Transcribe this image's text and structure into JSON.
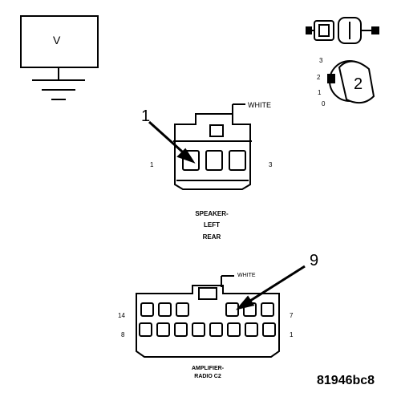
{
  "symbol": {
    "voltmeter_label": "V"
  },
  "key_view": {
    "positions": [
      "3",
      "2",
      "1",
      "0"
    ],
    "callout": "2"
  },
  "connector_1": {
    "callout": "1",
    "color_label": "WHITE",
    "left_pin": "1",
    "right_pin": "3",
    "caption_lines": [
      "SPEAKER-",
      "LEFT",
      "REAR"
    ]
  },
  "connector_2": {
    "callout": "9",
    "color_label": "WHITE",
    "top_left_pin": "14",
    "top_right_pin": "7",
    "bottom_left_pin": "8",
    "bottom_right_pin": "1",
    "caption_lines": [
      "AMPLIFIER-",
      "RADIO C2"
    ]
  },
  "figure_id": "81946bc8",
  "colors": {
    "ink": "#000000",
    "paper": "#ffffff"
  }
}
